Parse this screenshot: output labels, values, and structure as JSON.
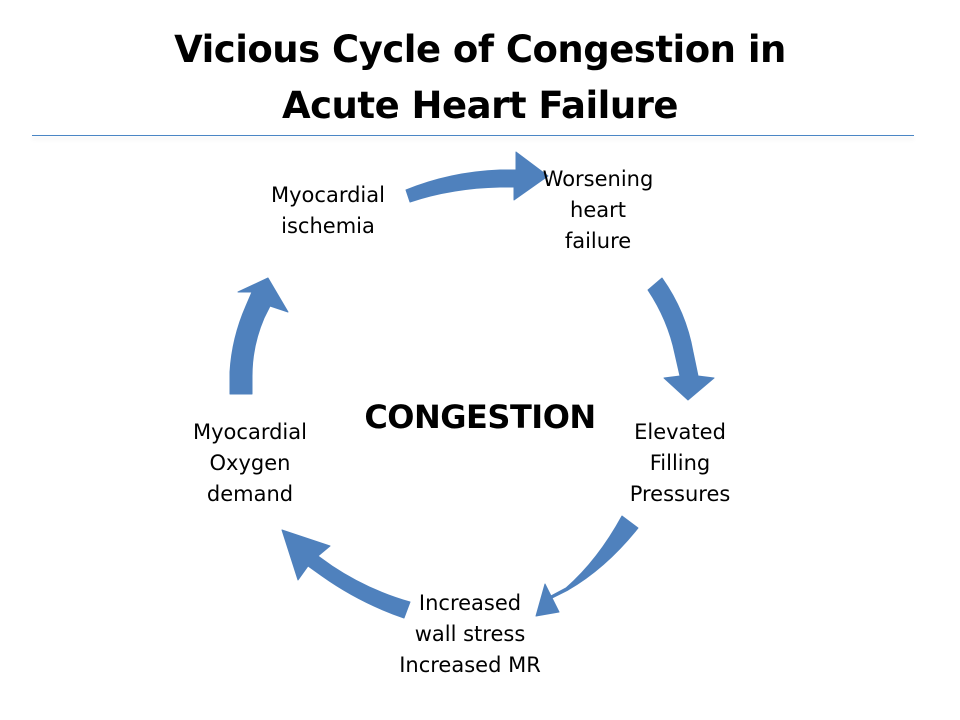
{
  "slide": {
    "title_lines": [
      "Vicious Cycle of Congestion in",
      "Acute Heart Failure"
    ],
    "center_label": "CONGESTION",
    "accent_color": "#4f81bd"
  },
  "cycle": {
    "nodes": [
      {
        "lines": [
          "Myocardial",
          "ischemia"
        ]
      },
      {
        "lines": [
          "Worsening",
          "heart",
          "failure"
        ]
      },
      {
        "lines": [
          "Elevated",
          "Filling",
          "Pressures"
        ]
      },
      {
        "lines": [
          "Increased",
          "wall stress",
          "Increased MR"
        ]
      },
      {
        "lines": [
          "Myocardial",
          "Oxygen",
          "demand"
        ]
      }
    ],
    "arrow_direction": "clockwise"
  }
}
